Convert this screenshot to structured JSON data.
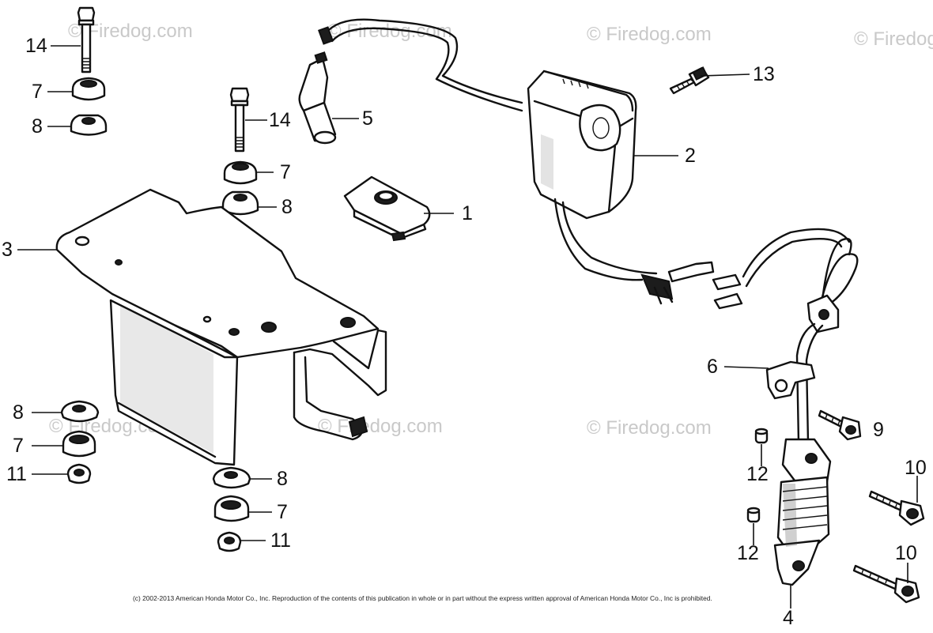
{
  "diagram": {
    "callouts": [
      {
        "id": "c14a",
        "label": "14"
      },
      {
        "id": "c7a",
        "label": "7"
      },
      {
        "id": "c8a",
        "label": "8"
      },
      {
        "id": "c14b",
        "label": "14"
      },
      {
        "id": "c5",
        "label": "5"
      },
      {
        "id": "c7b",
        "label": "7"
      },
      {
        "id": "c8b",
        "label": "8"
      },
      {
        "id": "c1",
        "label": "1"
      },
      {
        "id": "c2",
        "label": "2"
      },
      {
        "id": "c13",
        "label": "13"
      },
      {
        "id": "c3",
        "label": "3"
      },
      {
        "id": "c6",
        "label": "6"
      },
      {
        "id": "c9",
        "label": "9"
      },
      {
        "id": "c8c",
        "label": "8"
      },
      {
        "id": "c7c",
        "label": "7"
      },
      {
        "id": "c11a",
        "label": "11"
      },
      {
        "id": "c8d",
        "label": "8"
      },
      {
        "id": "c7d",
        "label": "7"
      },
      {
        "id": "c11b",
        "label": "11"
      },
      {
        "id": "c12a",
        "label": "12"
      },
      {
        "id": "c12b",
        "label": "12"
      },
      {
        "id": "c10a",
        "label": "10"
      },
      {
        "id": "c10b",
        "label": "10"
      },
      {
        "id": "c4",
        "label": "4"
      }
    ],
    "watermark_text": "© Firedog.com",
    "copyright": "(c) 2002-2013 American Honda Motor Co., Inc. Reproduction of the contents of this publication in whole or in part without the express written approval of American Honda Motor Co., Inc is prohibited."
  }
}
